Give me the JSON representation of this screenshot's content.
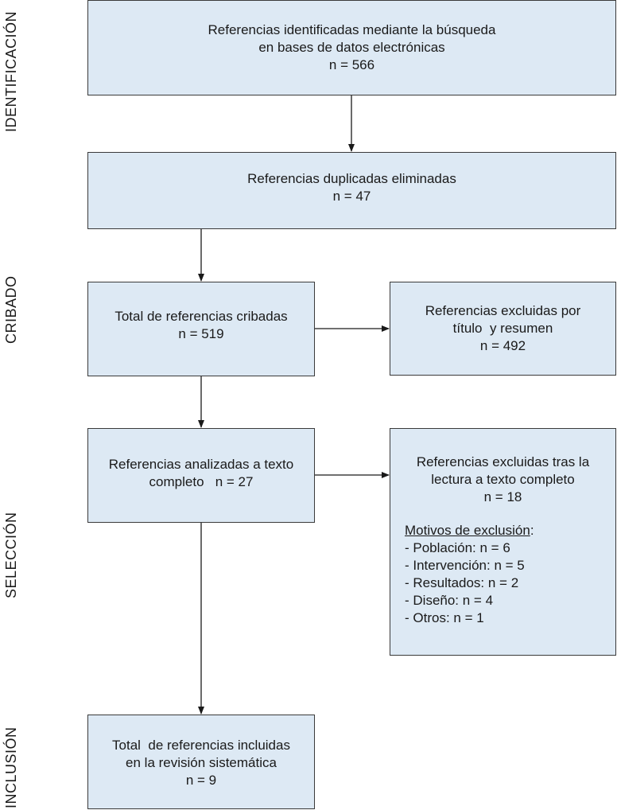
{
  "colors": {
    "box_fill": "#dde9f4",
    "border": "#3a3a3a",
    "arrow": "#1a1a1a"
  },
  "stages": {
    "identificacion": "IDENTIFICACIÓN",
    "cribado": "CRIBADO",
    "seleccion": "SELECCIÓN",
    "inclusion": "INCLUSIÓN"
  },
  "boxes": {
    "identified": {
      "lines": [
        "Referencias identificadas mediante la búsqueda",
        "en bases de datos electrónicas",
        "n = 566"
      ]
    },
    "duplicates": {
      "lines": [
        "Referencias duplicadas eliminadas",
        "n = 47"
      ]
    },
    "screened": {
      "lines": [
        "Total de referencias cribadas",
        "n = 519"
      ]
    },
    "excluded_title": {
      "lines": [
        "Referencias excluidas por",
        "título  y resumen",
        "n = 492"
      ]
    },
    "fulltext": {
      "lines": [
        "Referencias analizadas a texto",
        "completo   n = 27"
      ]
    },
    "excluded_fulltext": {
      "lines": [
        "Referencias excluidas tras la",
        "lectura a texto completo",
        "n = 18"
      ],
      "reasons_title": "Motivos de exclusión",
      "reasons_colon": ":",
      "reasons": [
        "- Población: n = 6",
        "- Intervención: n = 5",
        "- Resultados: n = 2",
        "- Diseño: n = 4",
        "- Otros: n = 1"
      ]
    },
    "included": {
      "lines": [
        "Total  de referencias incluidas",
        "en la revisión sistemática",
        "n = 9"
      ]
    }
  }
}
